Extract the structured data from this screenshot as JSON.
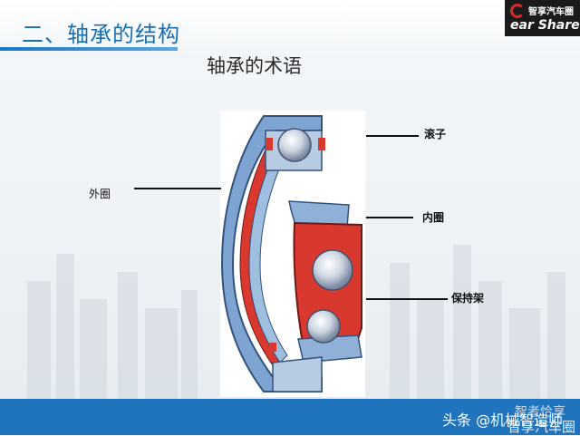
{
  "slide": {
    "title": "二、轴承的结构",
    "subtitle": "轴承的术语"
  },
  "logo": {
    "top_text": "智享汽车圈",
    "bottom_text": "ear Share"
  },
  "labels": {
    "roller": "滚子",
    "outer_ring": "外圈",
    "inner_ring": "内圈",
    "cage": "保持架"
  },
  "footer": {
    "watermark": "头条 @机械智造师",
    "watermark_2": "智者恰享",
    "watermark_3": "智享汽车圈"
  },
  "colors": {
    "accent_blue": "#1a6fb3",
    "footer_blue": "#1f74bd",
    "bearing_red": "#d9382f",
    "bearing_blue": "#7ea5d2"
  }
}
